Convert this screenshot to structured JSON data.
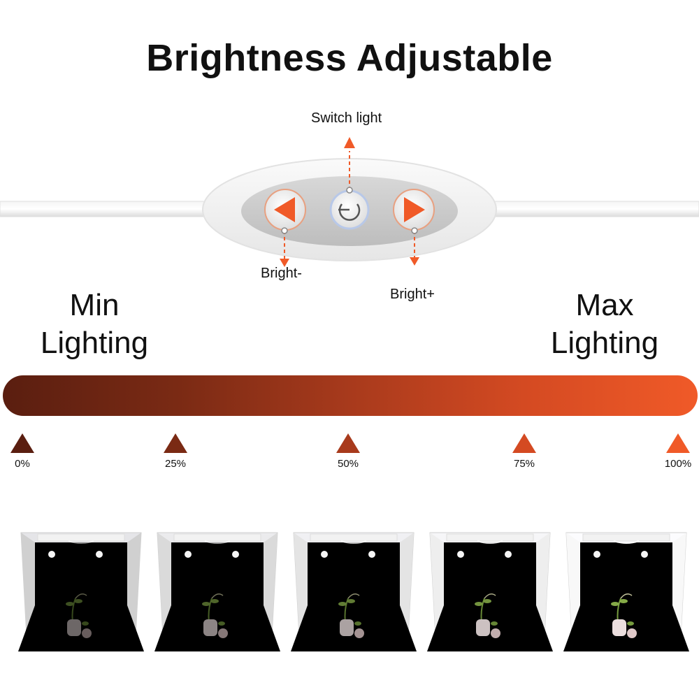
{
  "title": "Brightness Adjustable",
  "controller": {
    "switch_label": "Switch light",
    "bright_minus_label": "Bright-",
    "bright_plus_label": "Bright+"
  },
  "scale": {
    "min_label_line1": "Min",
    "min_label_line2": "Lighting",
    "max_label_line1": "Max",
    "max_label_line2": "Lighting",
    "ticks": [
      "0%",
      "25%",
      "50%",
      "75%",
      "100%"
    ]
  },
  "colors": {
    "accent_orange": "#f05a28",
    "dark_brown": "#5a1e10"
  }
}
